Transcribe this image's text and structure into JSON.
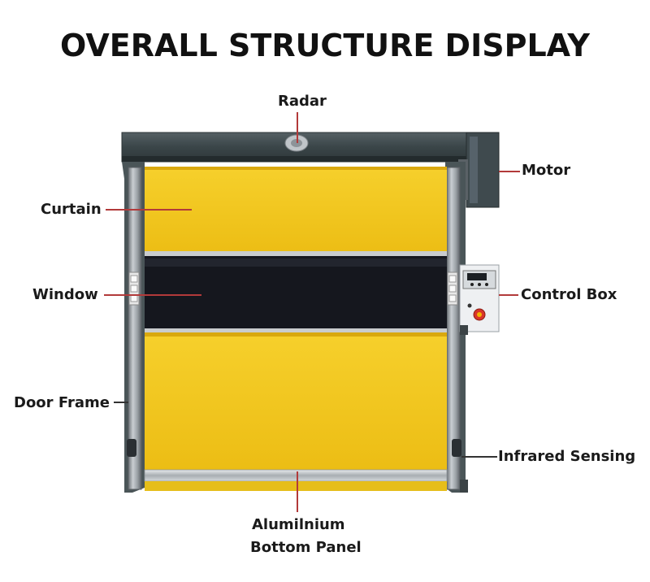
{
  "title": "OVERALL STRUCTURE DISPLAY",
  "labels": {
    "radar": "Radar",
    "motor": "Motor",
    "curtain": "Curtain",
    "window": "Window",
    "control_box": "Control Box",
    "door_frame": "Door Frame",
    "infrared_sensing": "Infrared Sensing",
    "bottom_panel_line1": "Alumilnium",
    "bottom_panel_line2": "Bottom Panel"
  },
  "colors": {
    "curtain": "#f2c81e",
    "window": "#16181f",
    "frame": "#8c9196",
    "motor_housing": "#3e4a4e",
    "leader_line": "#b23a3a"
  }
}
